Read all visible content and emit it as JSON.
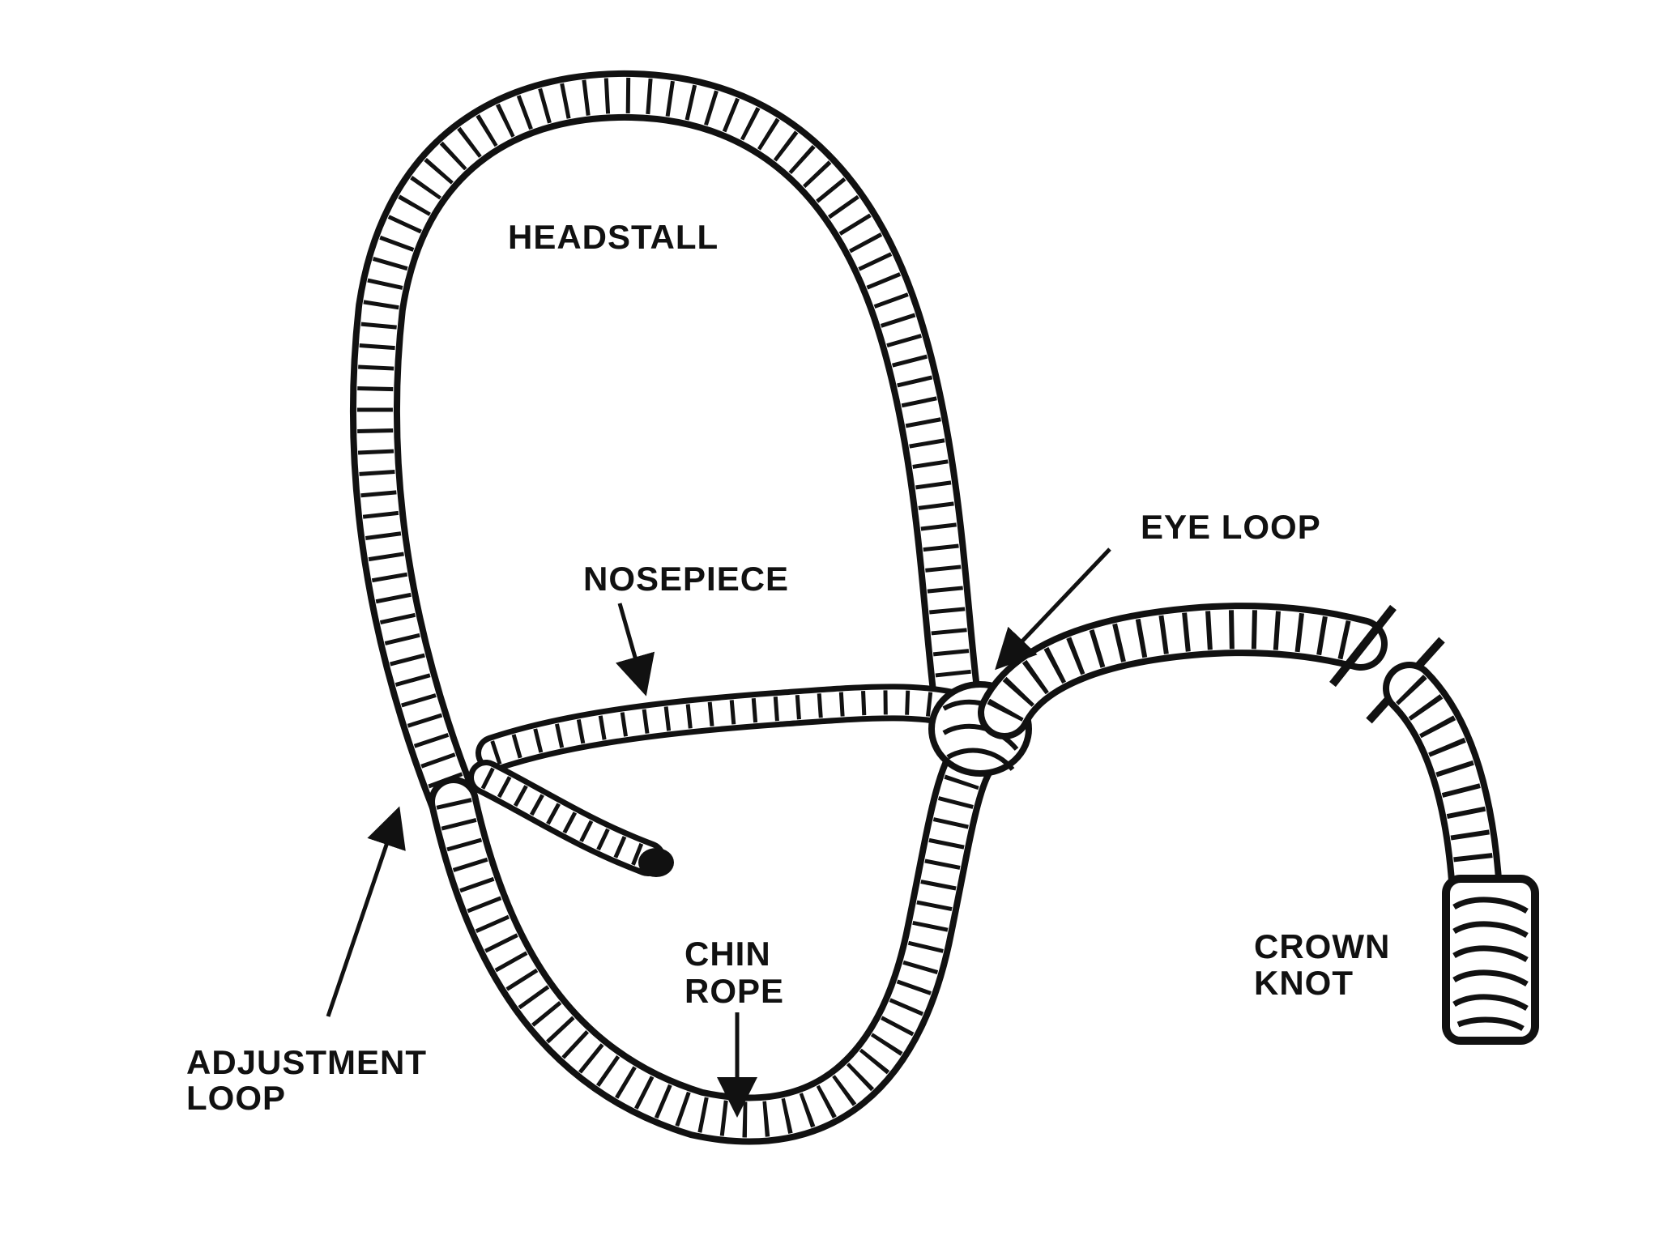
{
  "diagram": {
    "labels": {
      "headstall": "HEADSTALL",
      "nosepiece": "NOSEPIECE",
      "eye_loop": "EYE LOOP",
      "adjustment_loop_line1": "ADJUSTMENT",
      "adjustment_loop_line2": "LOOP",
      "chin_rope_line1": "CHIN",
      "chin_rope_line2": "ROPE",
      "crown_knot_line1": "CROWN",
      "crown_knot_line2": "KNOT"
    },
    "colors": {
      "ink": "#111111",
      "background": "#ffffff"
    }
  }
}
